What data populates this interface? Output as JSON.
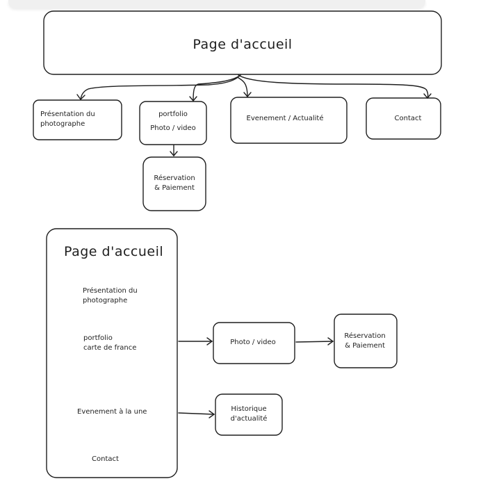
{
  "diagram1": {
    "home": "Page d'accueil",
    "presentation": [
      "Présentation du",
      "photographe"
    ],
    "portfolio": [
      "portfolio",
      "Photo / video"
    ],
    "evenement": "Evenement / Actualité",
    "contact": "Contact",
    "reservation": [
      "Réservation",
      "& Paiement"
    ]
  },
  "diagram2": {
    "home": "Page d'accueil",
    "presentation": [
      "Présentation du",
      "photographe"
    ],
    "portfolio": [
      "portfolio",
      "carte de france"
    ],
    "evenement": "Evenement à la une",
    "contact": "Contact",
    "photo_video": "Photo / video",
    "reservation": [
      "Réservation",
      "& Paiement"
    ],
    "historique": [
      "Historique",
      "d'actualité"
    ]
  }
}
